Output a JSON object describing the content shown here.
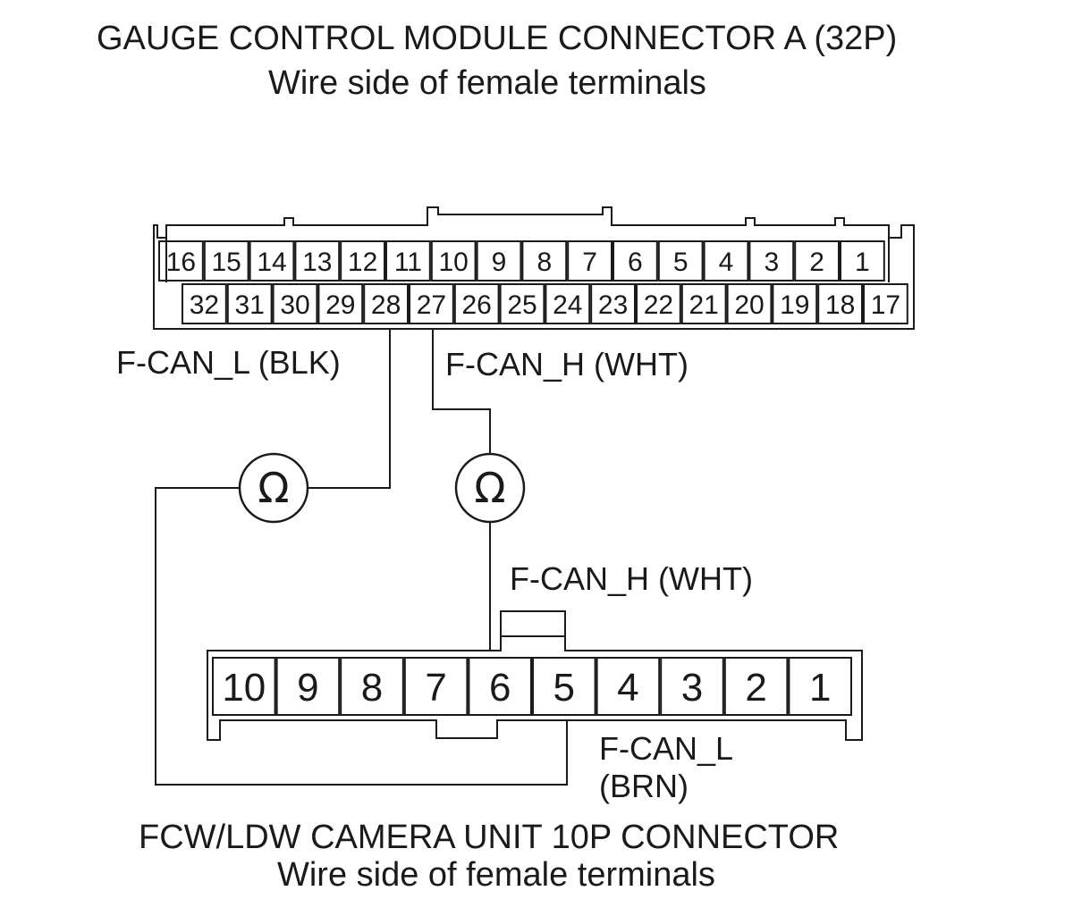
{
  "gauge_connector": {
    "title": "GAUGE CONTROL MODULE CONNECTOR A (32P)",
    "subtitle": "Wire side of female terminals",
    "top_row": [
      "16",
      "15",
      "14",
      "13",
      "12",
      "11",
      "10",
      "9",
      "8",
      "7",
      "6",
      "5",
      "4",
      "3",
      "2",
      "1"
    ],
    "bottom_row": [
      "32",
      "31",
      "30",
      "29",
      "28",
      "27",
      "26",
      "25",
      "24",
      "23",
      "22",
      "21",
      "20",
      "19",
      "18",
      "17"
    ]
  },
  "camera_connector": {
    "title": "FCW/LDW CAMERA UNIT 10P CONNECTOR",
    "subtitle": "Wire side of female terminals",
    "pins": [
      "10",
      "9",
      "8",
      "7",
      "6",
      "5",
      "4",
      "3",
      "2",
      "1"
    ]
  },
  "wires": {
    "gauge_can_l": "F-CAN_L (BLK)",
    "gauge_can_h": "F-CAN_H (WHT)",
    "camera_can_h": "F-CAN_H (WHT)",
    "camera_can_l_line1": "F-CAN_L",
    "camera_can_l_line2": "(BRN)"
  },
  "meters": [
    {
      "symbol": "Ω"
    },
    {
      "symbol": "Ω"
    }
  ],
  "colors": {
    "line": "#1a1a1a",
    "pin_text": "#1a1a1a",
    "background": "#ffffff"
  }
}
